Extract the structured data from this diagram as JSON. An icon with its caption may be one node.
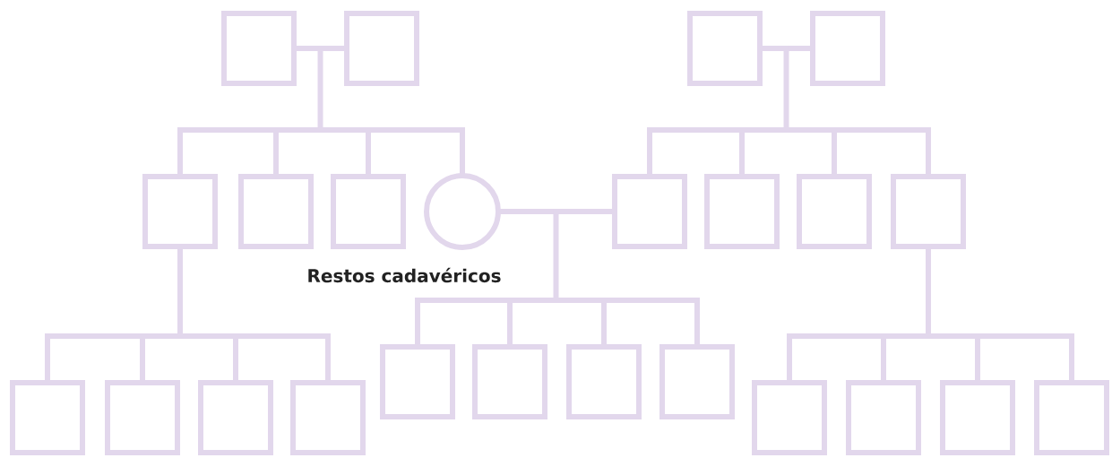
{
  "diagram": {
    "nodes": [
      {
        "text": [],
        "shape": "box"
      },
      {
        "text": [],
        "shape": "box"
      },
      {
        "text": [],
        "shape": "box"
      },
      {
        "text": [],
        "shape": "box"
      },
      {
        "text": [],
        "shape": "box"
      },
      {
        "text": [],
        "shape": "box"
      },
      {
        "text": [],
        "shape": "box"
      },
      {
        "text": [],
        "shape": "circle",
        "beside": [
          "Restos cadavéricos"
        ]
      },
      {
        "text": [],
        "shape": "box"
      },
      {
        "text": [],
        "shape": "box"
      },
      {
        "text": [],
        "shape": "box"
      },
      {
        "text": [],
        "shape": "box"
      },
      {
        "text": [],
        "shape": "box"
      },
      {
        "text": [],
        "shape": "box"
      },
      {
        "text": [],
        "shape": "box"
      },
      {
        "text": [],
        "shape": "box"
      },
      {
        "text": [],
        "shape": "box"
      },
      {
        "text": [],
        "shape": "box"
      },
      {
        "text": [],
        "shape": "box"
      },
      {
        "text": [],
        "shape": "box"
      },
      {
        "text": [],
        "shape": "box"
      },
      {
        "text": [],
        "shape": "box"
      },
      {
        "text": [],
        "shape": "box"
      },
      {
        "text": [],
        "shape": "box"
      }
    ],
    "edges": [
      {
        "from": 0,
        "to": 1,
        "arrow": "none"
      },
      {
        "from": 0,
        "to": 4,
        "arrow": "none"
      },
      {
        "from": 0,
        "to": 5,
        "arrow": "none"
      },
      {
        "from": 0,
        "to": 6,
        "arrow": "none"
      },
      {
        "from": 0,
        "to": 7,
        "arrow": "none"
      },
      {
        "from": 1,
        "to": 4,
        "arrow": "none"
      },
      {
        "from": 1,
        "to": 5,
        "arrow": "none"
      },
      {
        "from": 1,
        "to": 6,
        "arrow": "none"
      },
      {
        "from": 1,
        "to": 7,
        "arrow": "none"
      },
      {
        "from": 2,
        "to": 3,
        "arrow": "none"
      },
      {
        "from": 2,
        "to": 8,
        "arrow": "none"
      },
      {
        "from": 2,
        "to": 9,
        "arrow": "none"
      },
      {
        "from": 2,
        "to": 10,
        "arrow": "none"
      },
      {
        "from": 2,
        "to": 11,
        "arrow": "none"
      },
      {
        "from": 3,
        "to": 8,
        "arrow": "none"
      },
      {
        "from": 3,
        "to": 9,
        "arrow": "none"
      },
      {
        "from": 3,
        "to": 10,
        "arrow": "none"
      },
      {
        "from": 3,
        "to": 11,
        "arrow": "none"
      },
      {
        "from": 7,
        "to": 8,
        "arrow": "none"
      },
      {
        "from": 7,
        "to": 12,
        "arrow": "none"
      },
      {
        "from": 7,
        "to": 13,
        "arrow": "none"
      },
      {
        "from": 7,
        "to": 14,
        "arrow": "none"
      },
      {
        "from": 7,
        "to": 15,
        "arrow": "none"
      },
      {
        "from": 8,
        "to": 12,
        "arrow": "none"
      },
      {
        "from": 8,
        "to": 13,
        "arrow": "none"
      },
      {
        "from": 8,
        "to": 14,
        "arrow": "none"
      },
      {
        "from": 8,
        "to": 15,
        "arrow": "none"
      },
      {
        "from": 4,
        "to": 16,
        "arrow": "none"
      },
      {
        "from": 4,
        "to": 17,
        "arrow": "none"
      },
      {
        "from": 4,
        "to": 18,
        "arrow": "none"
      },
      {
        "from": 4,
        "to": 19,
        "arrow": "none"
      },
      {
        "from": 11,
        "to": 20,
        "arrow": "none"
      },
      {
        "from": 11,
        "to": 21,
        "arrow": "none"
      },
      {
        "from": 11,
        "to": 22,
        "arrow": "none"
      },
      {
        "from": 11,
        "to": 23,
        "arrow": "none"
      }
    ]
  }
}
